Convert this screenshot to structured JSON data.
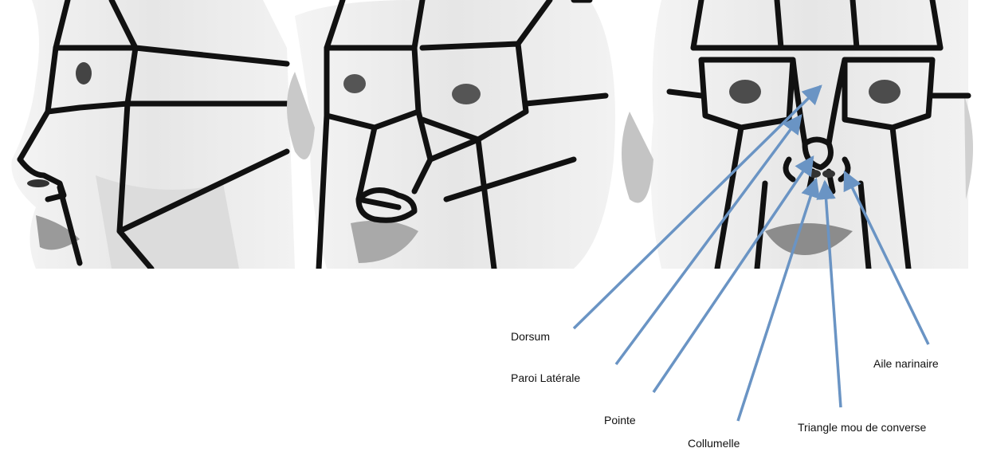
{
  "labels": {
    "dorsum": "Dorsum",
    "paroi_laterale": "Paroi Latérale",
    "pointe": "Pointe",
    "collumelle": "Collumelle",
    "triangle_mou": "Triangle mou de converse",
    "aile_narinaire": "Aile narinaire"
  },
  "colors": {
    "arrow": "#6a94c4",
    "ink": "#111111",
    "skin": "#ececec",
    "shade": "#bdbdbd"
  }
}
